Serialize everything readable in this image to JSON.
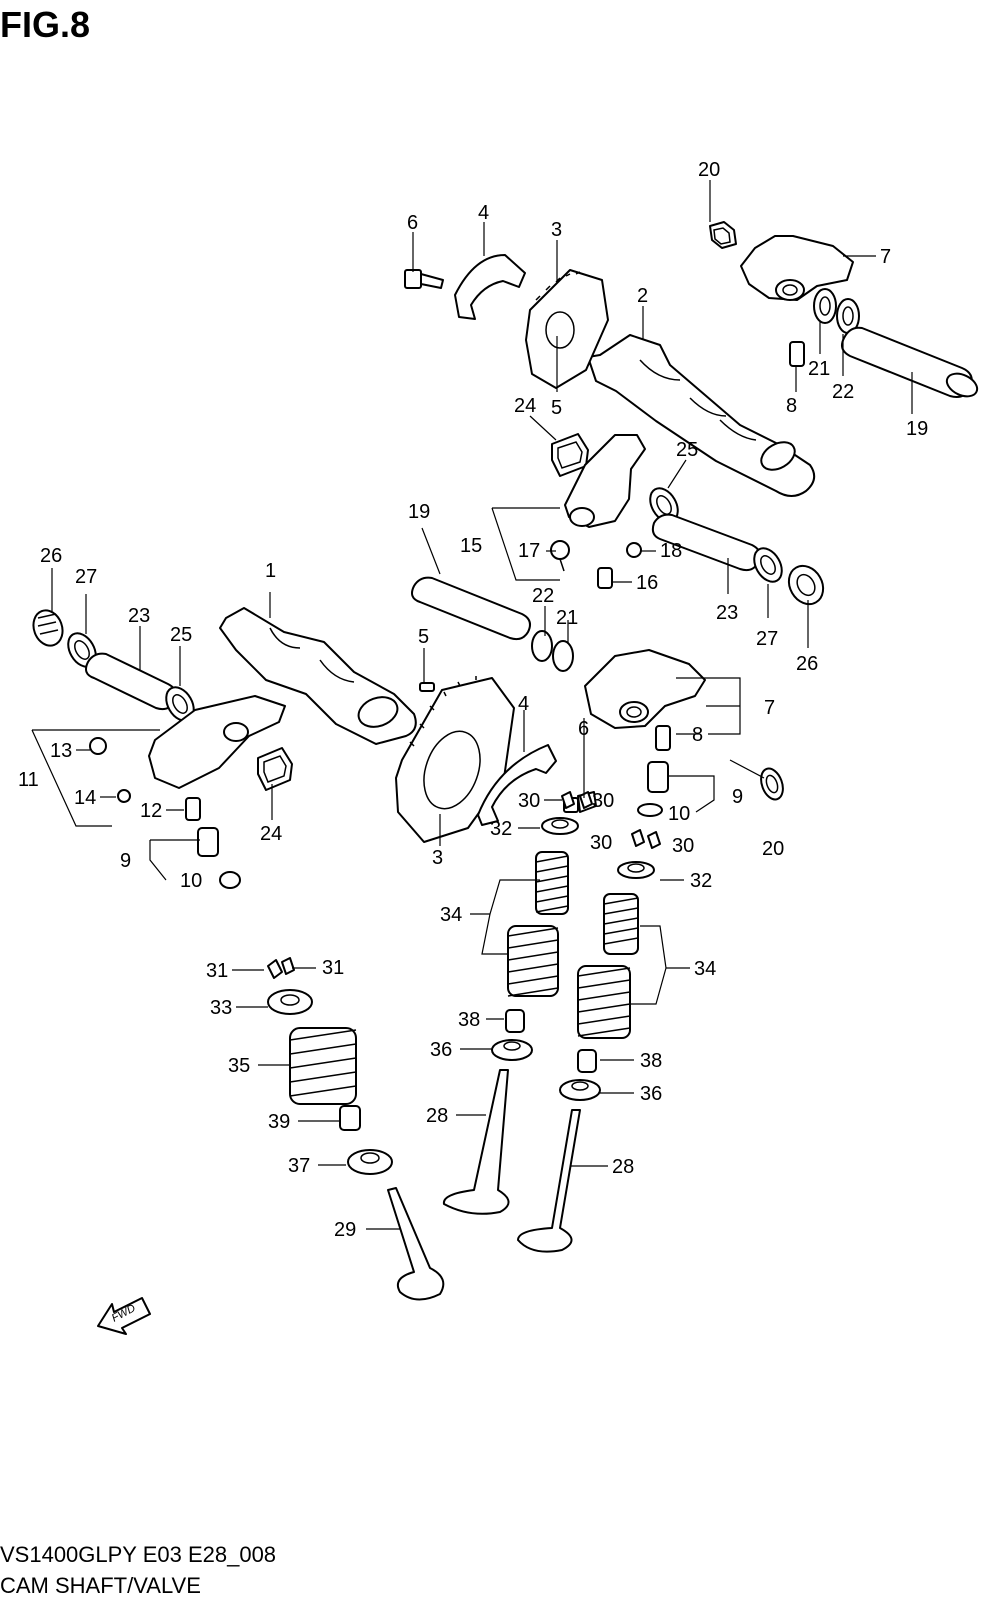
{
  "header": {
    "figure_label": "FIG.8"
  },
  "footer": {
    "model_code": "VS1400GLPY E03 E28_008",
    "caption": "CAM SHAFT/VALVE"
  },
  "fwd_label": "FWD",
  "callouts": [
    {
      "id": "c20a",
      "text": "20"
    },
    {
      "id": "c7a",
      "text": "7"
    },
    {
      "id": "c6a",
      "text": "6"
    },
    {
      "id": "c4a",
      "text": "4"
    },
    {
      "id": "c3a",
      "text": "3"
    },
    {
      "id": "c2",
      "text": "2"
    },
    {
      "id": "c21a",
      "text": "21"
    },
    {
      "id": "c22a",
      "text": "22"
    },
    {
      "id": "c8a",
      "text": "8"
    },
    {
      "id": "c19a",
      "text": "19"
    },
    {
      "id": "c5a",
      "text": "5"
    },
    {
      "id": "c24a",
      "text": "24"
    },
    {
      "id": "c25a",
      "text": "25"
    },
    {
      "id": "c19b",
      "text": "19"
    },
    {
      "id": "c15",
      "text": "15"
    },
    {
      "id": "c17",
      "text": "17"
    },
    {
      "id": "c18",
      "text": "18"
    },
    {
      "id": "c16",
      "text": "16"
    },
    {
      "id": "c23a",
      "text": "23"
    },
    {
      "id": "c22b",
      "text": "22"
    },
    {
      "id": "c21b",
      "text": "21"
    },
    {
      "id": "c27a",
      "text": "27"
    },
    {
      "id": "c26a",
      "text": "26"
    },
    {
      "id": "c26b",
      "text": "26"
    },
    {
      "id": "c27b",
      "text": "27"
    },
    {
      "id": "c23b",
      "text": "23"
    },
    {
      "id": "c25b",
      "text": "25"
    },
    {
      "id": "c1",
      "text": "1"
    },
    {
      "id": "c5b",
      "text": "5"
    },
    {
      "id": "c4b",
      "text": "4"
    },
    {
      "id": "c7b",
      "text": "7"
    },
    {
      "id": "c8b",
      "text": "8"
    },
    {
      "id": "c6b",
      "text": "6"
    },
    {
      "id": "c13",
      "text": "13"
    },
    {
      "id": "c11",
      "text": "11"
    },
    {
      "id": "c14",
      "text": "14"
    },
    {
      "id": "c12",
      "text": "12"
    },
    {
      "id": "c24b",
      "text": "24"
    },
    {
      "id": "c9a",
      "text": "9"
    },
    {
      "id": "c10a",
      "text": "10"
    },
    {
      "id": "c3b",
      "text": "3"
    },
    {
      "id": "c30a",
      "text": "30"
    },
    {
      "id": "c30b",
      "text": "30"
    },
    {
      "id": "c9b",
      "text": "9"
    },
    {
      "id": "c10b",
      "text": "10"
    },
    {
      "id": "c20b",
      "text": "20"
    },
    {
      "id": "c32a",
      "text": "32"
    },
    {
      "id": "c30c",
      "text": "30"
    },
    {
      "id": "c30d",
      "text": "30"
    },
    {
      "id": "c32b",
      "text": "32"
    },
    {
      "id": "c34a",
      "text": "34"
    },
    {
      "id": "c34b",
      "text": "34"
    },
    {
      "id": "c31a",
      "text": "31"
    },
    {
      "id": "c31b",
      "text": "31"
    },
    {
      "id": "c33",
      "text": "33"
    },
    {
      "id": "c38a",
      "text": "38"
    },
    {
      "id": "c36a",
      "text": "36"
    },
    {
      "id": "c35",
      "text": "35"
    },
    {
      "id": "c38b",
      "text": "38"
    },
    {
      "id": "c36b",
      "text": "36"
    },
    {
      "id": "c39",
      "text": "39"
    },
    {
      "id": "c28a",
      "text": "28"
    },
    {
      "id": "c37",
      "text": "37"
    },
    {
      "id": "c28b",
      "text": "28"
    },
    {
      "id": "c29",
      "text": "29"
    }
  ]
}
